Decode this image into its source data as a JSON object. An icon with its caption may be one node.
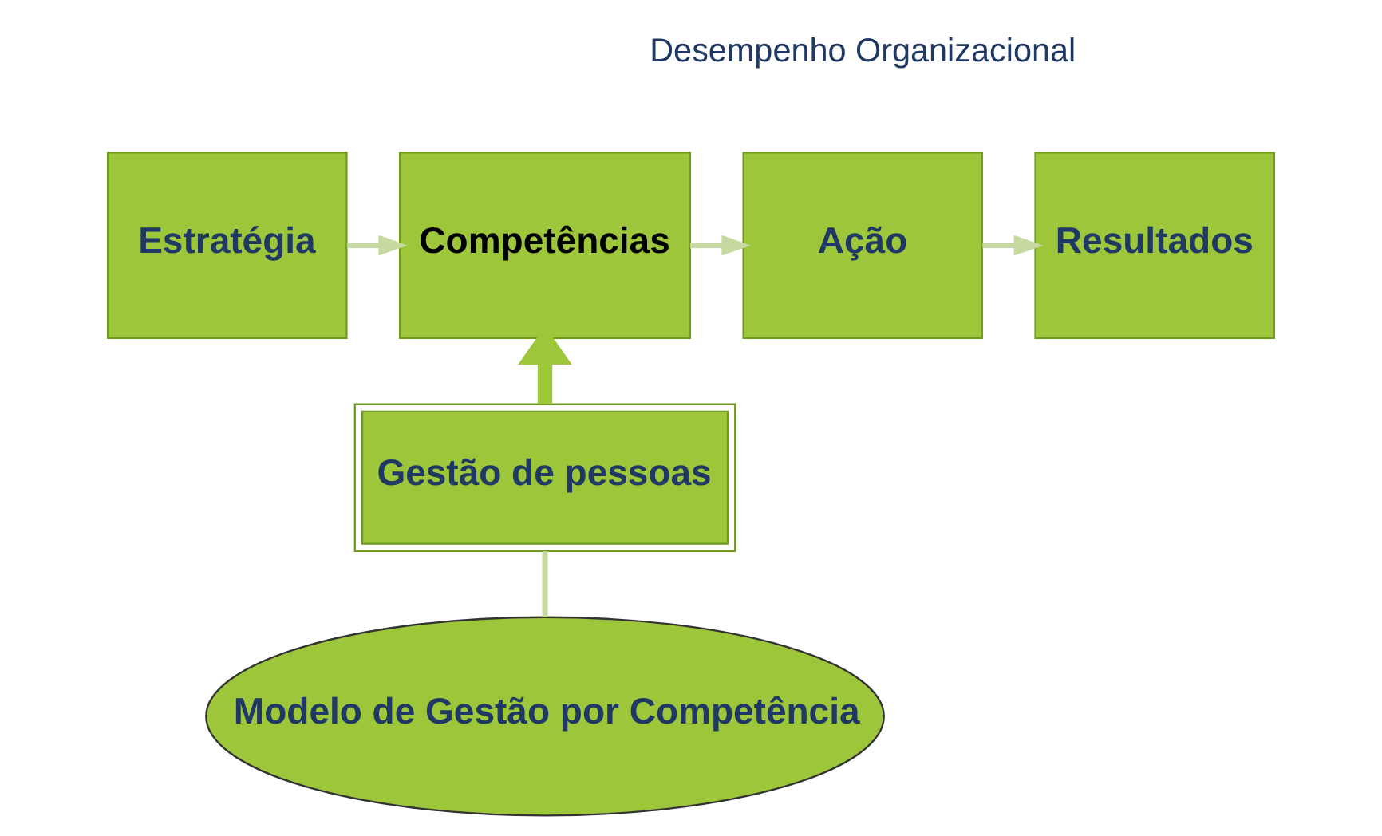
{
  "diagram": {
    "nodes": [
      {
        "text": [
          "Estratégia"
        ]
      },
      {
        "text": [
          "Competências"
        ]
      },
      {
        "text": [
          "Ação"
        ]
      },
      {
        "text": [
          "Resultados"
        ]
      },
      {
        "text": [
          "Gestão de pessoas"
        ]
      },
      {
        "text": [
          "Modelo de Gestão por Competência"
        ]
      }
    ],
    "edges": [
      {
        "from": 0,
        "to": 1,
        "arrow": "to"
      },
      {
        "from": 1,
        "to": 2,
        "arrow": "to"
      },
      {
        "from": 2,
        "to": 3,
        "arrow": "to"
      },
      {
        "from": 4,
        "to": 1,
        "arrow": "to",
        "style": "thick",
        "color": "#9dc63b"
      },
      {
        "from": 5,
        "to": 4,
        "arrow": "none"
      }
    ],
    "labels": [
      "Desempenho Organizacional"
    ]
  }
}
